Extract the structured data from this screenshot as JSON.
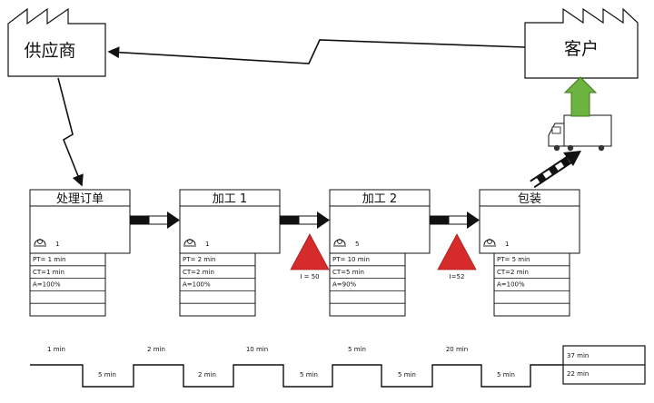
{
  "supplier": {
    "label": "供应商"
  },
  "customer": {
    "label": "客户"
  },
  "processes": [
    {
      "name": "处理订单",
      "operators": "1",
      "data": [
        "PT= 1 min",
        "CT=1 min",
        "A=100%"
      ]
    },
    {
      "name": "加工 1",
      "operators": "1",
      "data": [
        "PT= 2 min",
        "CT=2 min",
        "A=100%"
      ]
    },
    {
      "name": "加工 2",
      "operators": "5",
      "data": [
        "PT= 10 min",
        "CT=5 min",
        "A=90%"
      ]
    },
    {
      "name": "包装",
      "operators": "1",
      "data": [
        "PT= 5 min",
        "CT=2 min",
        "A=100%"
      ]
    }
  ],
  "inventory": [
    {
      "label": "I = 50"
    },
    {
      "label": "I=52"
    }
  ],
  "timeline": {
    "top": [
      "1 min",
      "2 min",
      "10 min",
      "5 min",
      "20 min"
    ],
    "bottom": [
      "5 min",
      "2 min",
      "5 min",
      "5 min",
      "5 min"
    ],
    "total_top": "37 min",
    "total_bottom": "22 min"
  },
  "colors": {
    "inventory": "#d62b2b",
    "shipment_arrow": "#6db33f",
    "line": "#111111"
  }
}
